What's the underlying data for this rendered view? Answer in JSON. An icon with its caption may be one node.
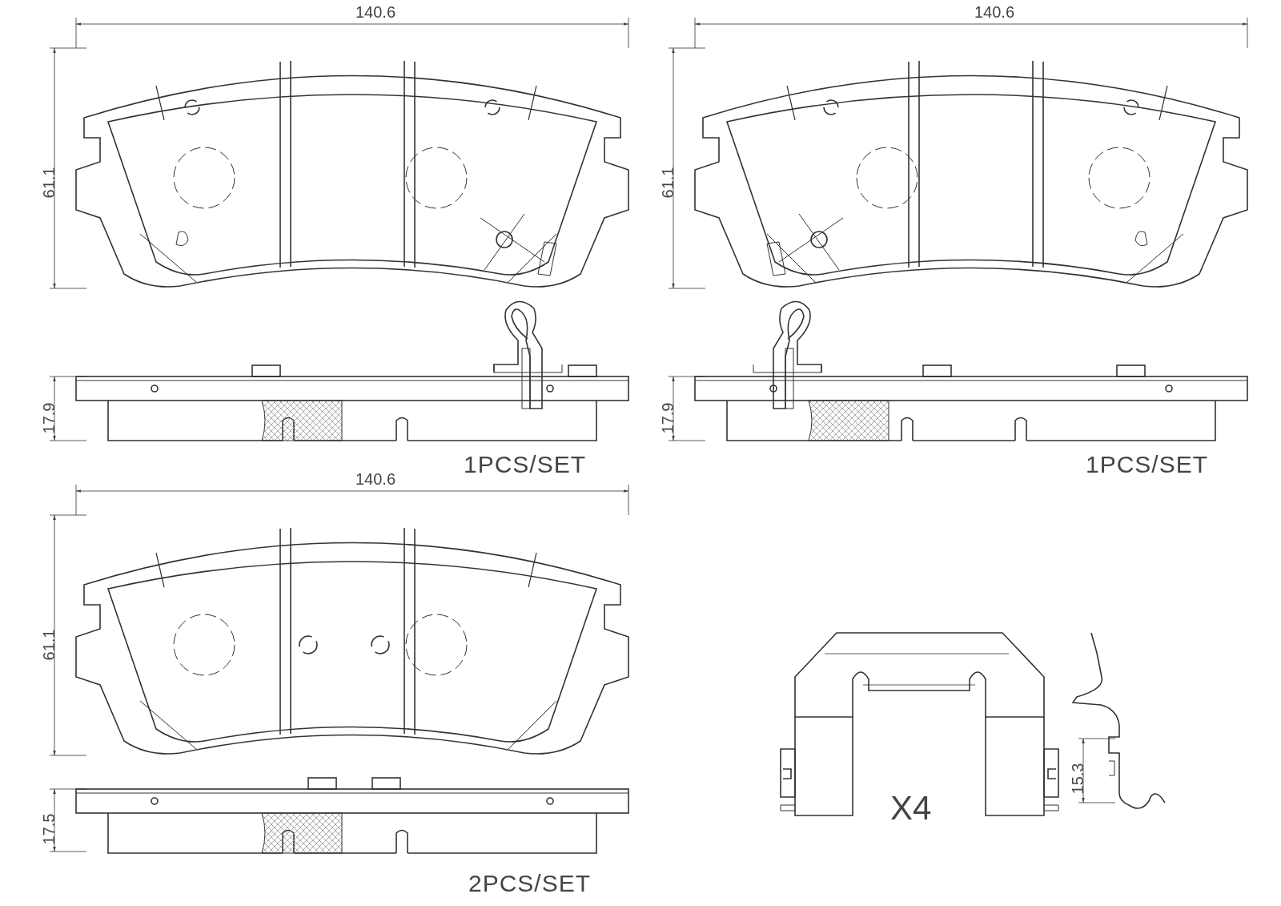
{
  "diagram": {
    "labels": [
      "140.6",
      "140.6",
      "61.1",
      "61.1",
      "17.9",
      "1PCS/SET",
      "17.9",
      "1PCS/SET",
      "140.6",
      "61.1",
      "17.5",
      "2PCS/SET",
      "X4",
      "15.3"
    ]
  }
}
